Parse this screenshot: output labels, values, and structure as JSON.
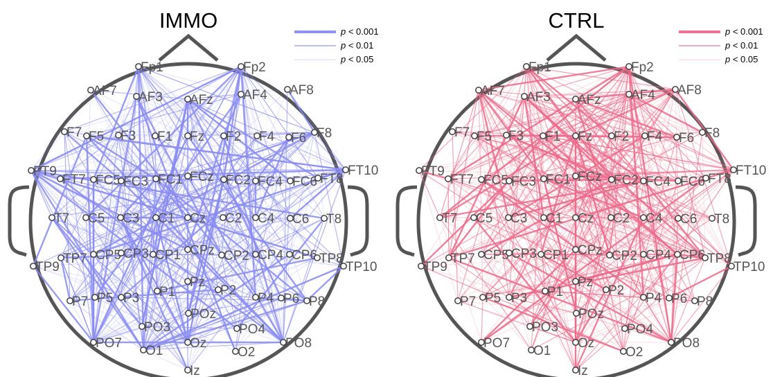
{
  "panels": [
    {
      "id": "immo",
      "title": "IMMO",
      "color": "#8a8cf2",
      "legend": [
        {
          "p": "p",
          "rest": " < 0.001",
          "strength": "strong"
        },
        {
          "p": "p",
          "rest": " < 0.01",
          "strength": "medium"
        },
        {
          "p": "p",
          "rest": " < 0.05",
          "strength": "weak"
        }
      ]
    },
    {
      "id": "ctrl",
      "title": "CTRL",
      "color": "#ec6a8b",
      "legend": [
        {
          "p": "p",
          "rest": " < 0.001",
          "strength": "strong"
        },
        {
          "p": "p",
          "rest": " < 0.01",
          "strength": "medium"
        },
        {
          "p": "p",
          "rest": " < 0.05",
          "strength": "weak"
        }
      ]
    }
  ],
  "channels": [
    "Fp1",
    "Fp2",
    "AF7",
    "AF3",
    "AFz",
    "AF4",
    "AF8",
    "F7",
    "F5",
    "F3",
    "F1",
    "Fz",
    "F2",
    "F4",
    "F6",
    "F8",
    "FT9",
    "FT7",
    "FC5",
    "FC3",
    "FC1",
    "FCz",
    "FC2",
    "FC4",
    "FC6",
    "FT8",
    "FT10",
    "T7",
    "C5",
    "C3",
    "C1",
    "Cz",
    "C2",
    "C4",
    "C6",
    "T8",
    "TP9",
    "TP7",
    "CP5",
    "CP3",
    "CP1",
    "CPz",
    "CP2",
    "CP4",
    "CP6",
    "TP8",
    "TP10",
    "P7",
    "P5",
    "P3",
    "P1",
    "Pz",
    "P2",
    "P4",
    "P6",
    "P8",
    "PO7",
    "PO3",
    "POz",
    "PO4",
    "PO8",
    "O1",
    "Oz",
    "O2",
    "Iz"
  ],
  "colors": {
    "head_outline": "#555555",
    "electrode_label": "#555555",
    "immo_edges": "#8a8cf2",
    "ctrl_edges": "#ec6a8b"
  },
  "connectivity_note_values": {
    "immo_hubs": [
      "FT9",
      "Fp1",
      "Fp2",
      "AFz",
      "FC2",
      "FC1",
      "F8",
      "FT10",
      "O1",
      "PO7",
      "PO8",
      "Oz"
    ],
    "ctrl_hubs": [
      "Fp1",
      "Fp2",
      "AF7",
      "AF3",
      "AFz",
      "AF4",
      "AF8",
      "F1",
      "Fz",
      "FC2",
      "FC4",
      "FT10",
      "Oz",
      "TP8",
      "PO8",
      "CP6"
    ]
  }
}
